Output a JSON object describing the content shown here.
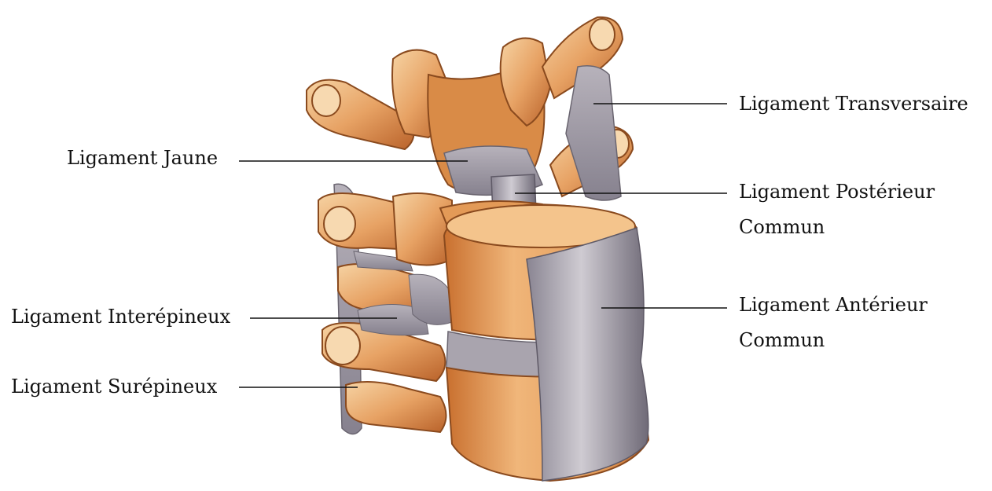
{
  "labels": {
    "jaune": "Ligament Jaune",
    "interepineux": "Ligament Interépineux",
    "surepineux": "Ligament Surépineux",
    "transversaire": "Ligament Transversaire",
    "posterieur_line1": "Ligament Postérieur",
    "posterieur_line2": "Commun",
    "anterieur_line1": "Ligament Antérieur",
    "anterieur_line2": "Commun"
  },
  "colors": {
    "bone_light": "#f2c28a",
    "bone_mid": "#e39a57",
    "bone_dark": "#b85c22",
    "ligament_light": "#c9c5cc",
    "ligament_dark": "#7f7a86",
    "leader_line": "#111111"
  }
}
